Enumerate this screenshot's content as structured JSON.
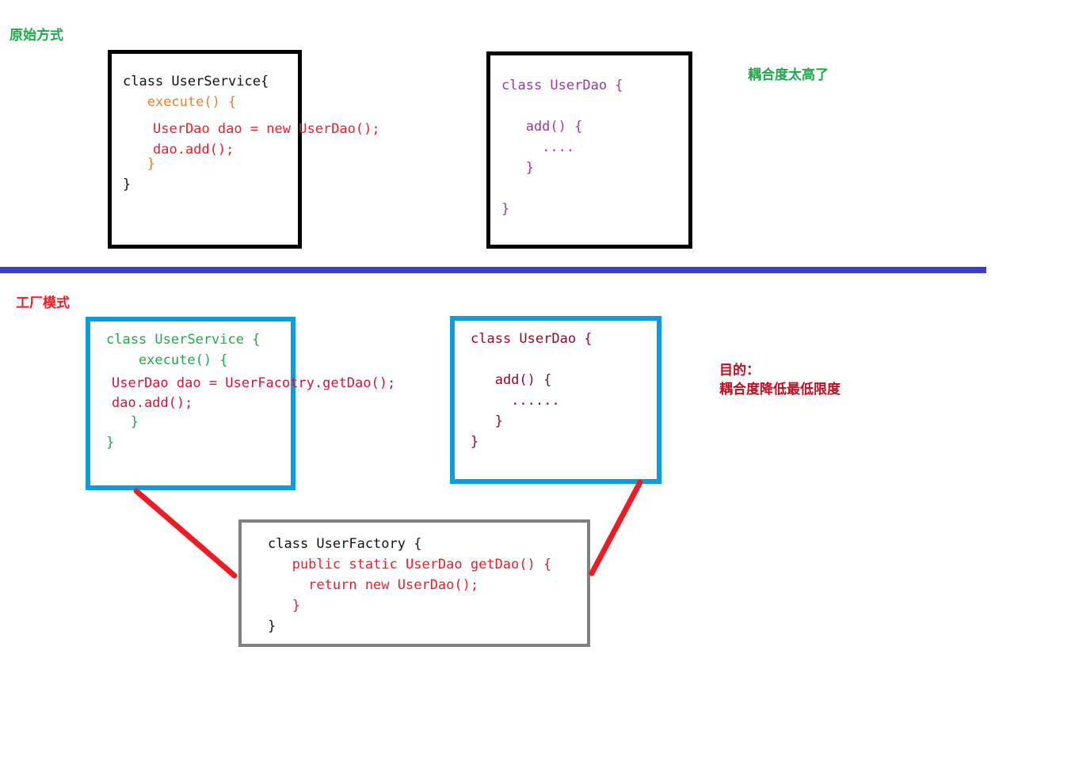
{
  "sections": {
    "original": {
      "label": "原始方式",
      "label_color": "#21a84b",
      "annotation": "耦合度太高了",
      "annotation_color": "#21a84b"
    },
    "factory": {
      "label": "工厂模式",
      "label_color": "#ec1c24",
      "annotation_line1": "目的：",
      "annotation_line2": "耦合度降低最低限度",
      "annotation_color": "#c00d20"
    }
  },
  "divider": {
    "color": "#3b3fc4"
  },
  "boxes": {
    "user_service_original": {
      "title": "class UserService{",
      "line_execute": "   execute() {",
      "line_new_dao": "UserDao dao = new UserDao();",
      "line_dao_add": "dao.add();",
      "line_close_inner": "   }",
      "line_close_outer": "}",
      "border_color": "#000000",
      "title_color": "#121212",
      "method_color": "#ee7f28",
      "body_color": "#e8202a"
    },
    "user_dao_original": {
      "title": "class UserDao {",
      "line_blank": "",
      "line_add": "   add() {",
      "line_dots": "     ....",
      "line_close_inner": "   }",
      "line_blank2": "",
      "line_close_outer": "}",
      "border_color": "#000000",
      "text_color": "#9b3a9b"
    },
    "user_service_factory": {
      "title": "class UserService {",
      "line_execute": "    execute() {",
      "line_factory_call": "UserDao dao = UserFacotry.getDao();",
      "line_dao_add": "dao.add();",
      "line_close_inner": "   }",
      "line_close_outer": "}",
      "border_color": "#0d9ddb",
      "title_color": "#21a84b",
      "body_color": "#d4143c"
    },
    "user_dao_factory": {
      "title": "class UserDao {",
      "line_blank": "",
      "line_add": "   add() {",
      "line_dots": "     ......",
      "line_close_inner": "   }",
      "line_close_outer": "}",
      "border_color": "#0d9ddb",
      "text_color": "#8f0b2a"
    },
    "user_factory": {
      "title": "class UserFactory {",
      "line_get_dao": "   public static UserDao getDao() {",
      "line_return": "     return new UserDao();",
      "line_close_inner": "   }",
      "line_close_outer": "}",
      "border_color": "#808080",
      "title_color": "#121212",
      "body_color": "#e8202a"
    }
  },
  "connectors": {
    "color": "#ed1c24",
    "left_line": "user-service-to-factory",
    "right_line": "user-dao-to-factory"
  }
}
